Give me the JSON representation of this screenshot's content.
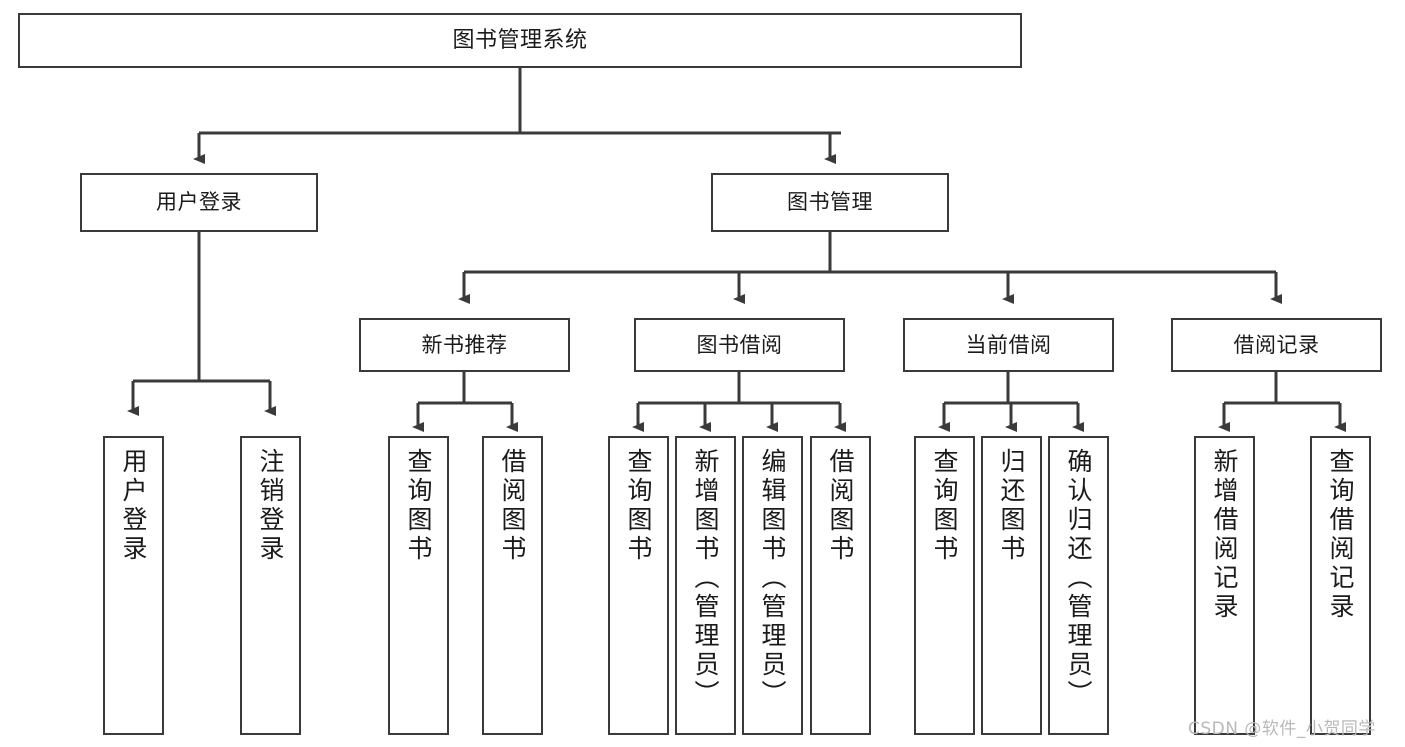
{
  "diagram": {
    "title": "图书管理系统",
    "type": "tree-hierarchy-chart",
    "orientation": "top-down",
    "line_color": "#3a3a3a",
    "box_fill": "#ffffff",
    "text_color": "#1b1b1b"
  },
  "nodes": {
    "root": {
      "label": "图书管理系统"
    },
    "level2": [
      {
        "label": "用户登录"
      },
      {
        "label": "图书管理"
      }
    ],
    "level3": [
      {
        "label": "新书推荐"
      },
      {
        "label": "图书借阅"
      },
      {
        "label": "当前借阅"
      },
      {
        "label": "借阅记录"
      }
    ],
    "leaves": {
      "user_login": [
        {
          "label": "用户登录"
        },
        {
          "label": "注销登录"
        }
      ],
      "new_book_recommend": [
        {
          "label": "查询图书"
        },
        {
          "label": "借阅图书"
        }
      ],
      "book_borrow": [
        {
          "label": "查询图书"
        },
        {
          "label": "新增图书（管理员）"
        },
        {
          "label": "编辑图书（管理员）"
        },
        {
          "label": "借阅图书"
        }
      ],
      "current_borrow": [
        {
          "label": "查询图书"
        },
        {
          "label": "归还图书"
        },
        {
          "label": "确认归还（管理员）"
        }
      ],
      "borrow_record": [
        {
          "label": "新增借阅记录"
        },
        {
          "label": "查询借阅记录"
        }
      ]
    }
  },
  "watermark": {
    "text": "CSDN @软件_小贺同学",
    "color": "#b9b9b9"
  }
}
